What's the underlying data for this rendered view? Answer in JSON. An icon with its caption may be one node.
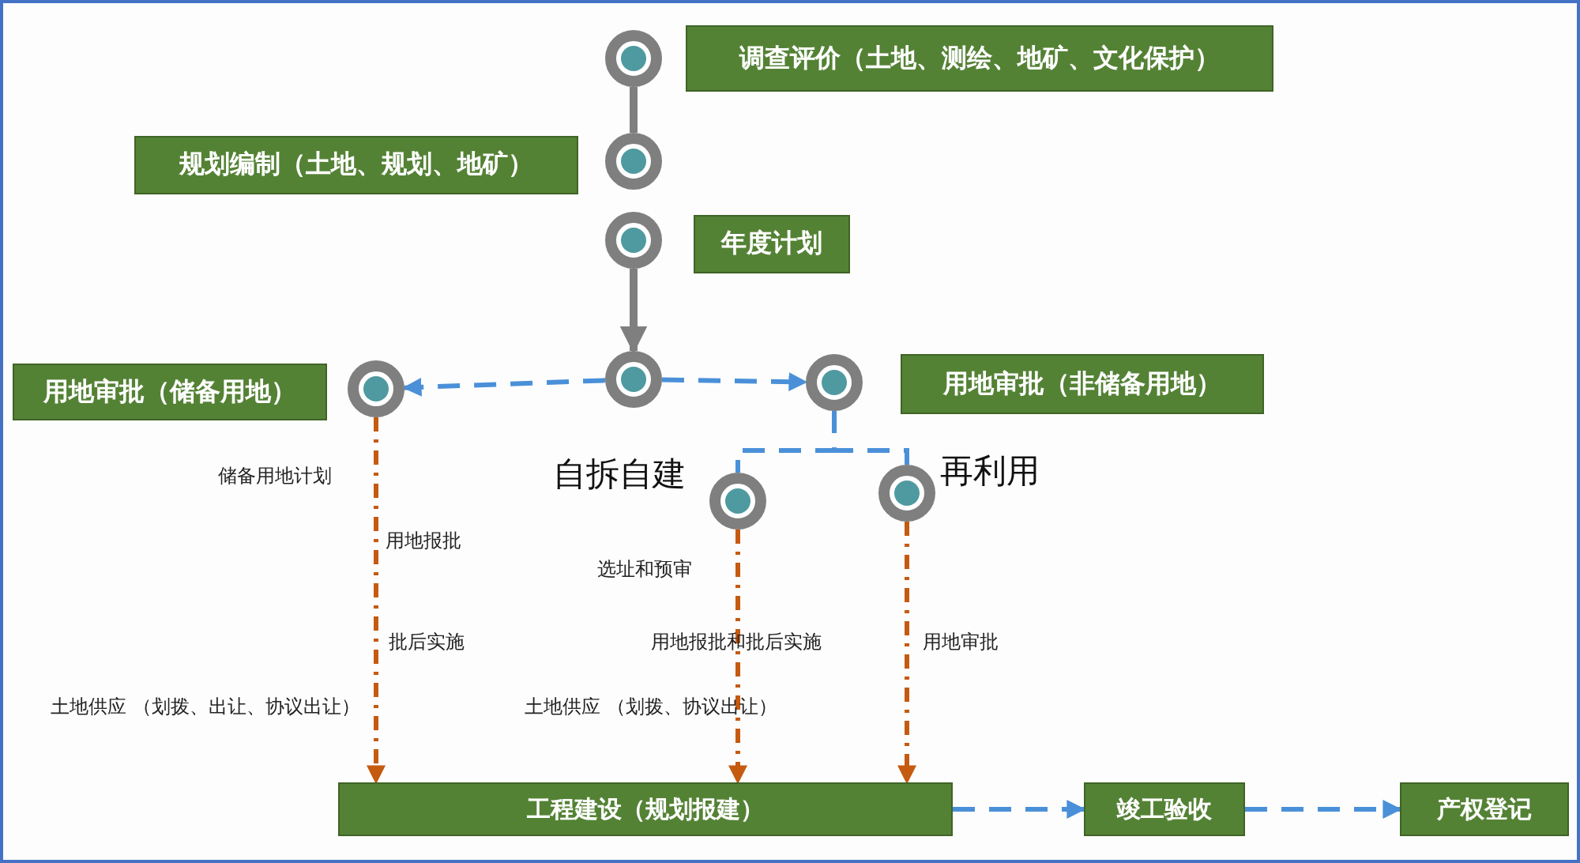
{
  "diagram": {
    "nodes": [
      {
        "text": [],
        "shape": "circle"
      },
      {
        "text": [
          "调查评价（土地、测绘、地矿、文化保护）"
        ]
      },
      {
        "text": [
          "规划编制（土地、规划、地矿）"
        ]
      },
      {
        "text": [],
        "shape": "circle"
      },
      {
        "text": [],
        "shape": "circle"
      },
      {
        "text": [
          "年度计划"
        ]
      },
      {
        "text": [
          "用地审批（储备用地）"
        ]
      },
      {
        "text": [],
        "shape": "circle"
      },
      {
        "text": [],
        "shape": "circle"
      },
      {
        "text": [],
        "shape": "circle"
      },
      {
        "text": [
          "用地审批（非储备用地）"
        ]
      },
      {
        "text": [],
        "shape": "circle",
        "beside": [
          "自拆自建"
        ]
      },
      {
        "text": [],
        "shape": "circle",
        "beside": [
          "再利用"
        ]
      },
      {
        "text": [
          "工程建设（规划报建）"
        ]
      },
      {
        "text": [
          "竣工验收"
        ]
      },
      {
        "text": [
          "产权登记"
        ]
      }
    ],
    "edges": [
      {
        "from": 0,
        "to": 3,
        "arrow": "none",
        "color": "#7f7f7f"
      },
      {
        "from": 4,
        "to": 8,
        "arrow": "to",
        "color": "#7f7f7f"
      },
      {
        "from": 8,
        "to": 7,
        "arrow": "to",
        "style": "dashed"
      },
      {
        "from": 8,
        "to": 9,
        "arrow": "to",
        "style": "dashed"
      },
      {
        "from": 9,
        "to": 11,
        "arrow": "none",
        "style": "dashed"
      },
      {
        "from": 9,
        "to": 12,
        "arrow": "none",
        "style": "dashed"
      },
      {
        "from": 7,
        "to": 13,
        "arrow": "to",
        "style": "dashed",
        "color": "#c55a11"
      },
      {
        "from": 11,
        "to": 13,
        "arrow": "to",
        "style": "dashed",
        "color": "#c55a11"
      },
      {
        "from": 12,
        "to": 13,
        "arrow": "to",
        "style": "dashed",
        "color": "#c55a11"
      },
      {
        "from": 13,
        "to": 14,
        "arrow": "to",
        "style": "dashed"
      },
      {
        "from": 14,
        "to": 15,
        "arrow": "to",
        "style": "dashed"
      }
    ],
    "labels": [
      "储备用地计划",
      "用地报批",
      "批后实施",
      "土地供应 （划拨、出让、协议出让）",
      "选址和预审",
      "用地报批和批后实施",
      "土地供应 （划拨、协议出让）",
      "用地审批"
    ]
  }
}
